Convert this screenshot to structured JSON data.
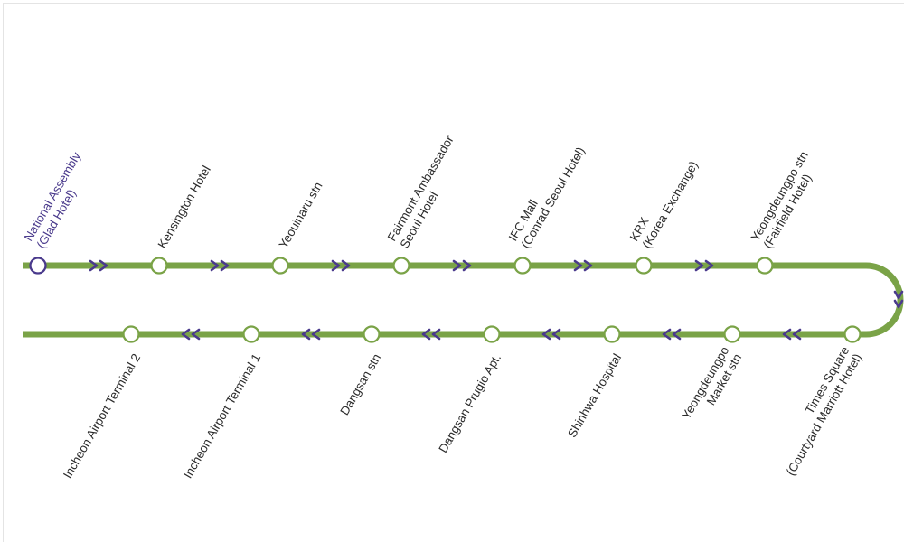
{
  "route": {
    "line_color": "#7aa347",
    "arrow_color": "#4a3a8c",
    "origin_color": "#4a3a8c",
    "top_stops": [
      {
        "lines": [
          "National Assembly",
          "(Glad Hotel)"
        ],
        "origin": true
      },
      {
        "lines": [
          "Kensington Hotel"
        ]
      },
      {
        "lines": [
          "Yeouinaru stn"
        ]
      },
      {
        "lines": [
          "Fairmont Ambassador",
          "Seoul Hotel"
        ]
      },
      {
        "lines": [
          "IFC Mall",
          "(Conrad Seoul Hotel)"
        ]
      },
      {
        "lines": [
          "KRX",
          "(Korea Exchange)"
        ]
      },
      {
        "lines": [
          "Yeongdeungpo stn",
          "(Fairfield Hotel)"
        ]
      }
    ],
    "bottom_stops": [
      {
        "lines": [
          "Times Square",
          "(Courtyard Marriott Hotel)"
        ]
      },
      {
        "lines": [
          "Yeongdeungpo",
          "Market stn"
        ]
      },
      {
        "lines": [
          "Shinhwa Hospital"
        ]
      },
      {
        "lines": [
          "Dangsan Prugio Apt."
        ]
      },
      {
        "lines": [
          "Dangsan stn"
        ]
      },
      {
        "lines": [
          "Incheon Airport Terminal 1"
        ]
      },
      {
        "lines": [
          "Incheon Airport Terminal 2"
        ]
      }
    ]
  }
}
